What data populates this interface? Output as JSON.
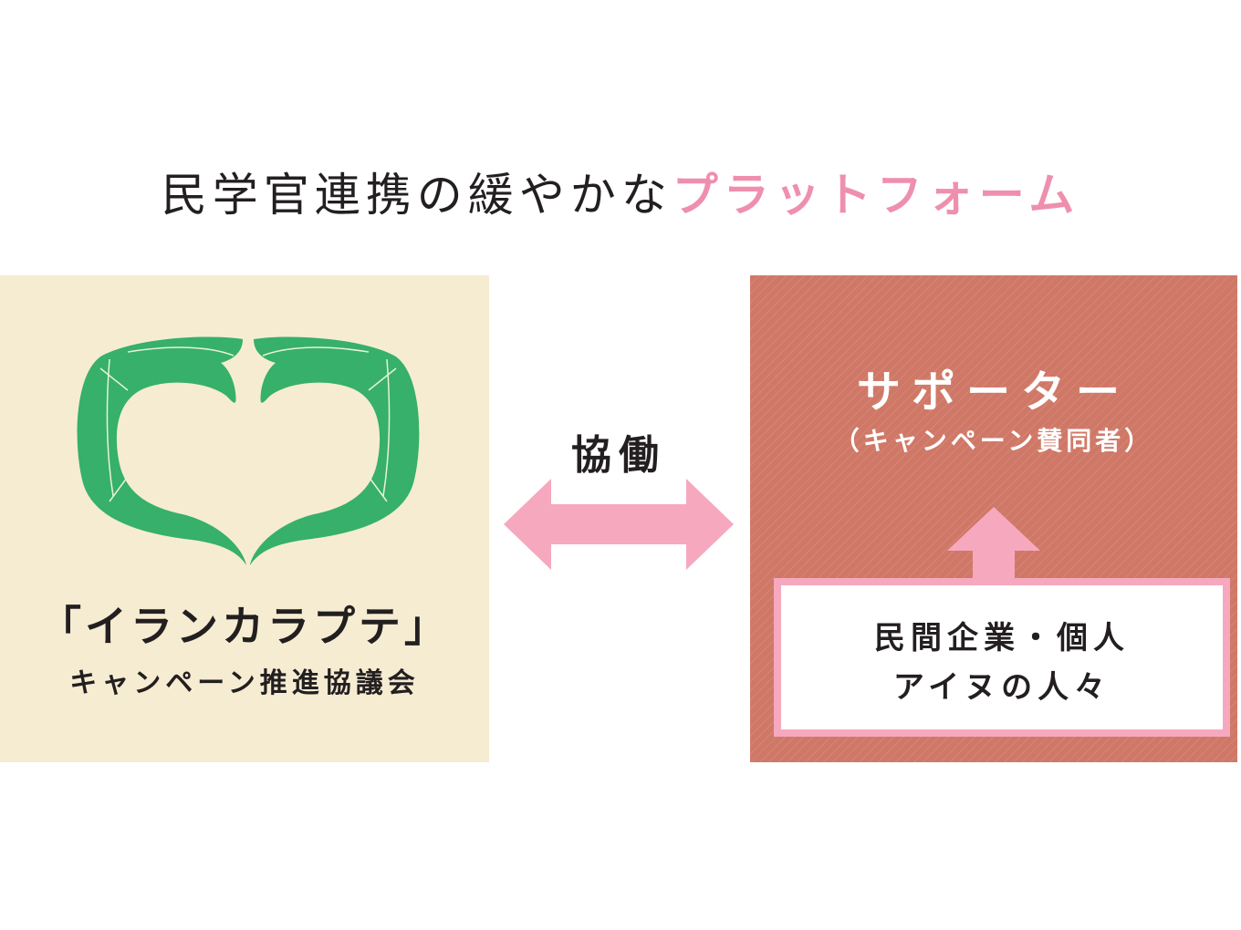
{
  "headline": {
    "main": "民学官連携の緩やかな",
    "accent": "プラットフォーム"
  },
  "left_panel": {
    "logo_icon": "irankarapte-leaf-heart-logo",
    "name": "「イランカラプテ」",
    "subtitle": "キャンペーン推進協議会"
  },
  "connector": {
    "label": "協働",
    "icon": "double-arrow-icon"
  },
  "right_panel": {
    "title": "サポーター",
    "subtitle": "（キャンペーン賛同者）",
    "arrow_icon": "up-arrow-icon",
    "members_line1": "民間企業・個人",
    "members_line2": "アイヌの人々"
  },
  "colors": {
    "accent_pink": "#ef8fae",
    "arrow_pink": "#f6a9be",
    "logo_green": "#36b06a",
    "left_bg": "#f6ecd2",
    "right_bg": "#d07867",
    "text": "#231f20"
  }
}
